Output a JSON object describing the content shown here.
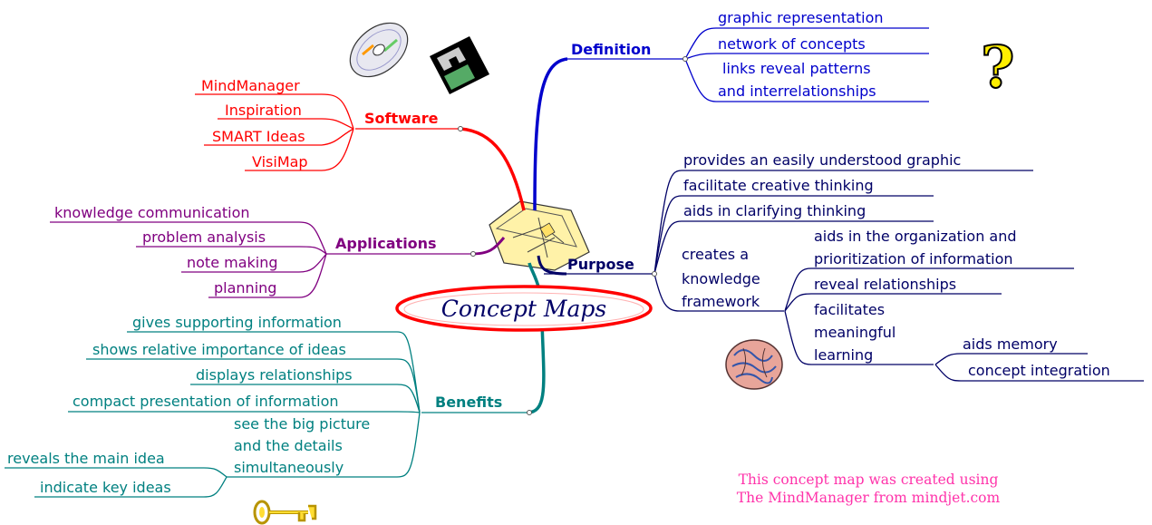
{
  "central": {
    "title": "Concept Maps"
  },
  "software": {
    "label": "Software",
    "items": [
      "MindManager",
      "Inspiration",
      "SMART Ideas",
      "VisiMap"
    ]
  },
  "applications": {
    "label": "Applications",
    "items": [
      "knowledge communication",
      "problem analysis",
      "note making",
      "planning"
    ]
  },
  "definition": {
    "label": "Definition",
    "items": [
      "graphic representation",
      "network of concepts",
      "links reveal patterns",
      "and interrelationships"
    ]
  },
  "purpose": {
    "label": "Purpose",
    "items": [
      "provides an easily understood graphic",
      "facilitate creative thinking",
      "aids in clarifying thinking"
    ],
    "framework": {
      "lines": [
        "creates a",
        "knowledge",
        "framework"
      ],
      "organization": [
        "aids in the organization and",
        "prioritization of information"
      ],
      "relationships": "reveal relationships",
      "learning": [
        "facilitates",
        "meaningful",
        "learning"
      ],
      "learning_items": [
        "aids memory",
        "concept integration"
      ]
    }
  },
  "benefits": {
    "label": "Benefits",
    "items": [
      "gives supporting information",
      "shows relative importance of ideas",
      "displays relationships",
      "compact presentation of information"
    ],
    "big_picture": [
      "see the big picture",
      "and the details",
      "simultaneously"
    ],
    "big_picture_items": [
      "reveals the main idea",
      "indicate key ideas"
    ]
  },
  "credit": [
    "This concept map was created using",
    "The MindManager from mindjet.com"
  ],
  "icons": [
    "cd-disc-icon",
    "floppy-disk-icon",
    "question-mark-icon",
    "brain-icon",
    "key-icon",
    "sticky-notes-icon"
  ],
  "colors": {
    "software": "#ff0000",
    "applications": "#800080",
    "definition": "#0000cc",
    "purpose": "#000066",
    "benefits": "#008080",
    "credit": "#ff33aa"
  }
}
